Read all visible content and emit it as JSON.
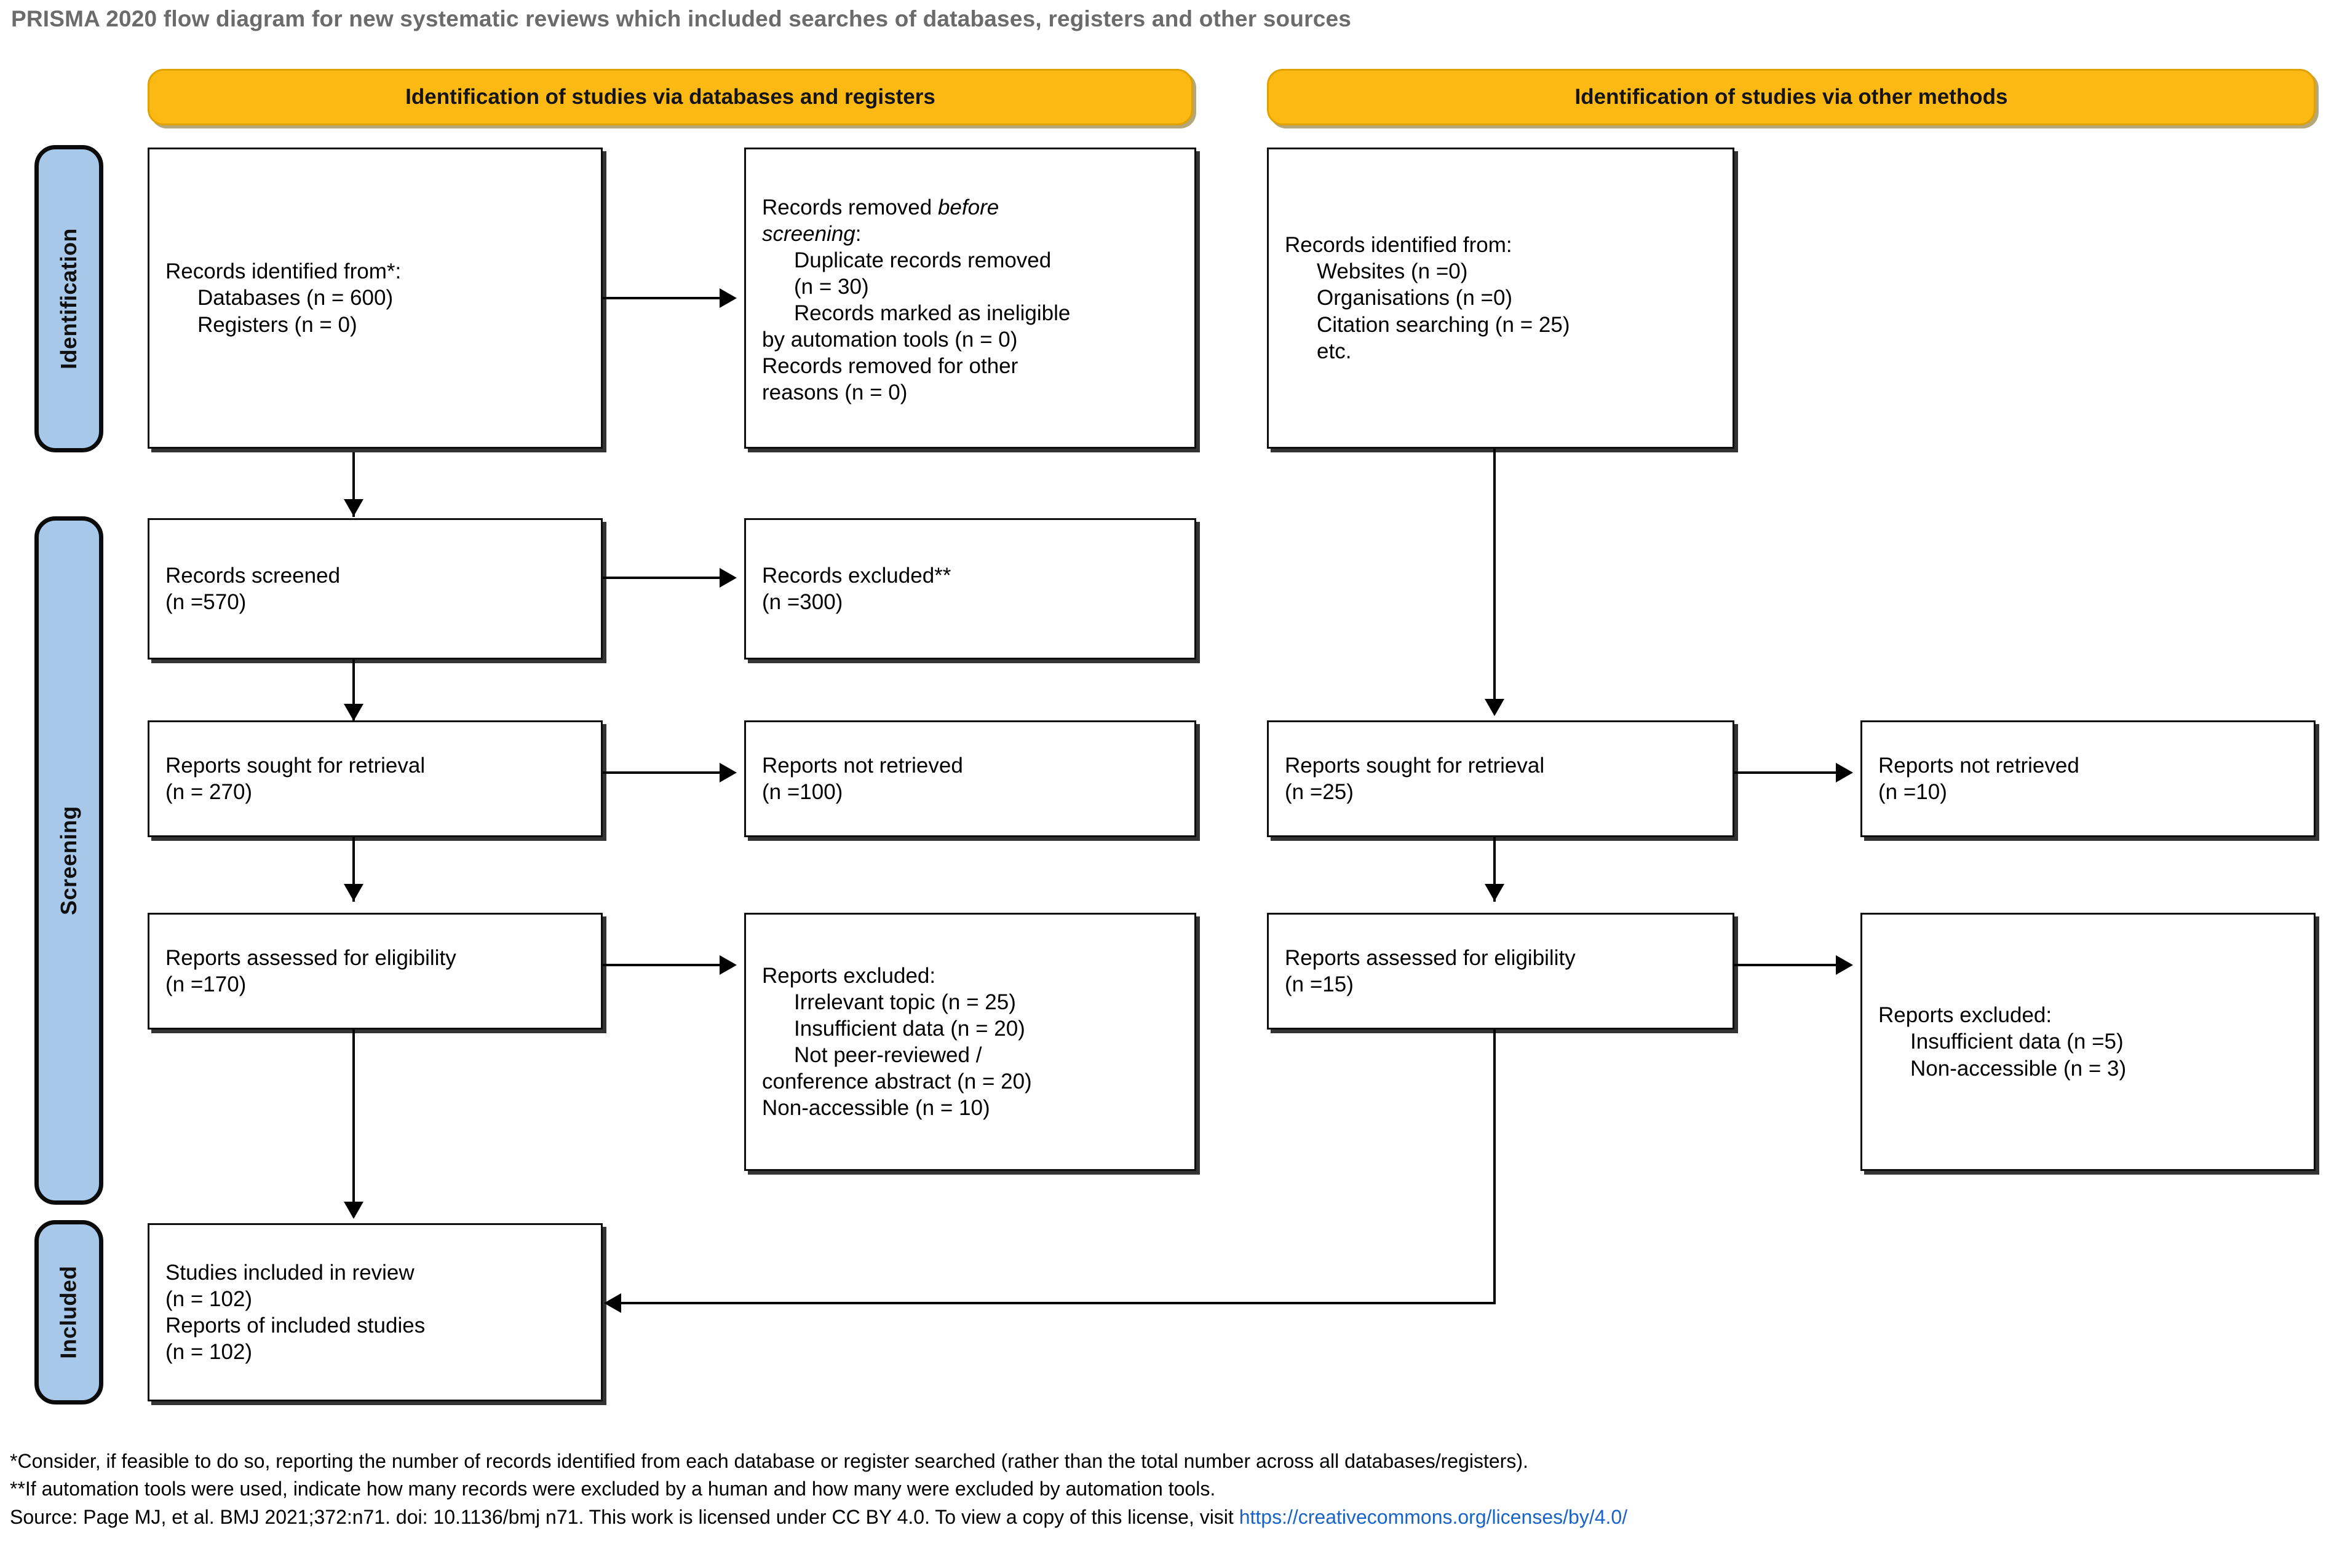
{
  "title": "PRISMA 2020 flow diagram for new systematic reviews which included searches of databases, registers and other sources",
  "colors": {
    "header_fill": "#FCB813",
    "phase_fill": "#A8C8EA",
    "box_border": "#0d0d0d",
    "link": "#1763C6",
    "title_text": "#6b6b6b"
  },
  "column_headers": {
    "left": "Identification of studies via databases and registers",
    "right": "Identification of studies via other methods"
  },
  "phases": {
    "identification": "Identification",
    "screening": "Screening",
    "included": "Included"
  },
  "boxes": {
    "records_identified": {
      "l1": "Records identified from*:",
      "l2": "Databases (n = 600)",
      "l3": "Registers (n = 0)"
    },
    "records_removed": {
      "l1": "Records removed ",
      "l1em": "before",
      "l2em": "screening",
      "l2": ":",
      "l3": "Duplicate records removed",
      "l4": "(n = 30)",
      "l5": "Records marked as ineligible",
      "l6": "by automation tools (n = 0)",
      "l7": "Records removed for other",
      "l8": "reasons (n = 0)"
    },
    "records_screened": {
      "l1": "Records screened",
      "l2": "(n =570)"
    },
    "records_excluded": {
      "l1": "Records excluded**",
      "l2": "(n =300)"
    },
    "reports_sought_left": {
      "l1": "Reports sought for retrieval",
      "l2": "(n = 270)"
    },
    "reports_not_retrieved_left": {
      "l1": "Reports not retrieved",
      "l2": "(n =100)"
    },
    "reports_assessed_left": {
      "l1": "Reports assessed for eligibility",
      "l2": "(n =170)"
    },
    "reports_excluded_left": {
      "l1": "Reports excluded:",
      "l2": "Irrelevant topic (n = 25)",
      "l3": "Insufficient data (n = 20)",
      "l4": "Not peer-reviewed /",
      "l5": "conference abstract (n = 20)",
      "l6": "Non-accessible (n = 10)"
    },
    "records_identified_other": {
      "l1": "Records identified from:",
      "l2": "Websites (n =0)",
      "l3": "Organisations (n =0)",
      "l4": "Citation searching (n = 25)",
      "l5": "etc."
    },
    "reports_sought_right": {
      "l1": "Reports sought for retrieval",
      "l2": "(n =25)"
    },
    "reports_not_retrieved_right": {
      "l1": "Reports not retrieved",
      "l2": "(n =10)"
    },
    "reports_assessed_right": {
      "l1": "Reports assessed for eligibility",
      "l2": "(n =15)"
    },
    "reports_excluded_right": {
      "l1": "Reports excluded:",
      "l2": "Insufficient data (n =5)",
      "l3": "Non-accessible (n = 3)"
    },
    "studies_included": {
      "l1": "Studies included in review",
      "l2": "(n = 102)",
      "l3": "Reports of included studies",
      "l4": "(n = 102)"
    }
  },
  "footnotes": {
    "note1": "*Consider, if feasible to do so, reporting the number of records identified from each database or register searched (rather than the total number across all databases/registers).",
    "note2": "**If automation tools were used, indicate how many records were excluded by a human and how many were excluded by automation tools.",
    "source_prefix": "Source: Page MJ, et al. BMJ 2021;372:n71. doi: 10.1136/bmj n71. This work is licensed under CC BY 4.0. To view a copy of this license, visit ",
    "source_link": "https://creativecommons.org/licenses/by/4.0/"
  },
  "flow_data": {
    "type": "flow-diagram",
    "databases_and_registers": {
      "identified_databases": 600,
      "identified_registers": 0,
      "duplicates_removed": 30,
      "ineligible_by_automation": 0,
      "removed_other_reasons": 0,
      "screened": 570,
      "excluded": 300,
      "sought_for_retrieval": 270,
      "not_retrieved": 100,
      "assessed_for_eligibility": 170,
      "excluded_irrelevant_topic": 25,
      "excluded_insufficient_data": 20,
      "excluded_not_peer_reviewed_conference_abstract": 20,
      "excluded_non_accessible": 10
    },
    "other_methods": {
      "identified_websites": 0,
      "identified_organisations": 0,
      "identified_citation_searching": 25,
      "sought_for_retrieval": 25,
      "not_retrieved": 10,
      "assessed_for_eligibility": 15,
      "excluded_insufficient_data": 5,
      "excluded_non_accessible": 3
    },
    "included": {
      "studies_included_in_review": 102,
      "reports_of_included_studies": 102
    }
  }
}
